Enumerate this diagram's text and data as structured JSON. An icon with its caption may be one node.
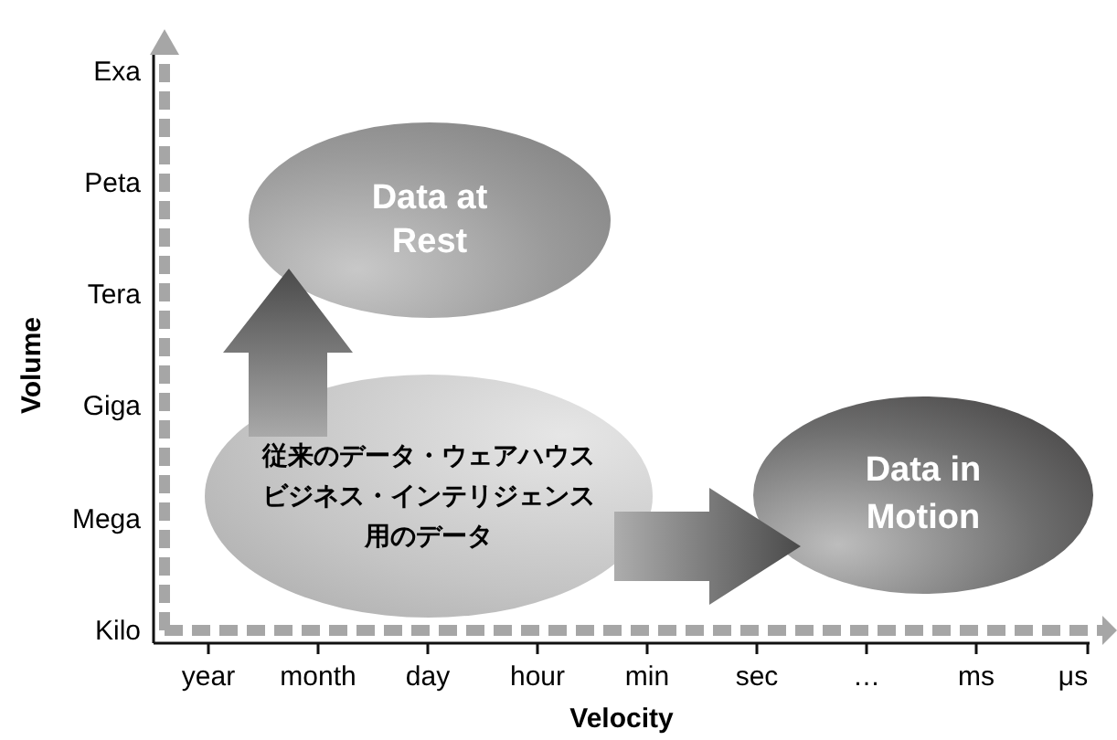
{
  "diagram": {
    "nodes": [
      {
        "text": [
          "Data at Rest"
        ]
      },
      {
        "text": [
          "従来のデータ・ウェアハウスビジネス・インテリジェンス用のデータ"
        ]
      },
      {
        "text": [
          "Data in Motion"
        ]
      }
    ],
    "edges": [
      {
        "from": 1,
        "to": 0,
        "arrow": "to",
        "style": "thick"
      },
      {
        "from": 1,
        "to": 2,
        "arrow": "to",
        "style": "thick"
      }
    ],
    "labels": [
      "Exa",
      "Peta",
      "Tera",
      "Giga",
      "Mega",
      "Kilo",
      "Volume",
      "year",
      "month",
      "day",
      "hour",
      "min",
      "sec",
      "…",
      "ms",
      "μs",
      "Velocity"
    ]
  }
}
